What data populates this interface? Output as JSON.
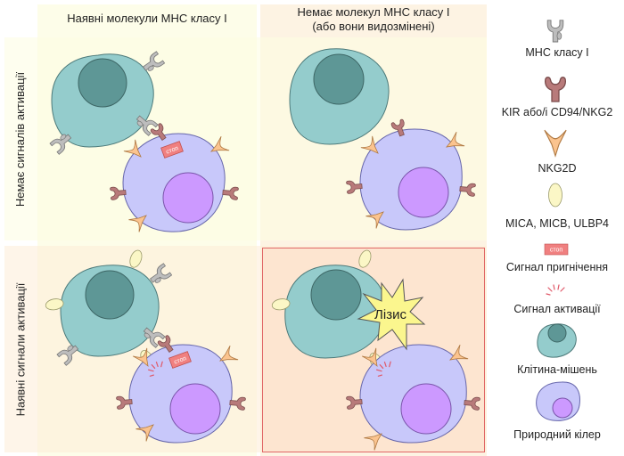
{
  "columns": [
    {
      "label_line1": "Наявні молекули МНС класу I",
      "label_line2": ""
    },
    {
      "label_line1": "Немає молекул МНС класу I",
      "label_line2": "(або вони видозмінені)"
    }
  ],
  "rows": [
    {
      "label": "Немає сигналів активації"
    },
    {
      "label": "Наявні сигнали активації"
    }
  ],
  "panels": {
    "lysis_label": "Лізис",
    "stop_label": "стоп",
    "highlighted_panel": "row2-col2"
  },
  "legend": {
    "items": [
      {
        "icon": "mhc-class-i-icon",
        "label": "МНС класу I"
      },
      {
        "icon": "kir-receptor-icon",
        "label": "KIR або/і CD94/NKG2"
      },
      {
        "icon": "nkg2d-receptor-icon",
        "label": "NKG2D"
      },
      {
        "icon": "ligand-oval-icon",
        "label": "MICA, MICB, ULBP4"
      },
      {
        "icon": "stop-sign-icon",
        "label": "Сигнал пригнічення",
        "icon_text": "стоп"
      },
      {
        "icon": "activation-burst-icon",
        "label": "Сигнал активації"
      },
      {
        "icon": "target-cell-icon",
        "label": "Клітина-мішень"
      },
      {
        "icon": "nk-cell-icon",
        "label": "Природний кілер"
      }
    ]
  },
  "colors": {
    "col1_bg": "#fdfde8",
    "col2_bg": "#fdf1e0",
    "row2_bg": "#fdf0e0",
    "lysis_panel_bg": "#fde4cf",
    "lysis_border": "#e06666",
    "target_cell": "#94cccc",
    "target_nucleus": "#5e9796",
    "nk_cell": "#c8c8fa",
    "nk_nucleus": "#cc99ff",
    "mhc": "#bcbcbc",
    "kir": "#b87a7a",
    "nkg2d": "#fbc48f",
    "ligand": "#fbf6c4",
    "stop": "#f08080",
    "lysis_star": "#fbf68e"
  }
}
